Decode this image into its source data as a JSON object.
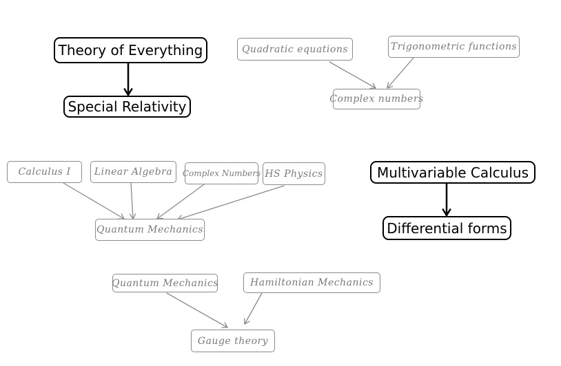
{
  "nodes": {
    "theory_of_everything": "Theory of Everything",
    "special_relativity": "Special Relativity",
    "quadratic_equations": "Quadratic equations",
    "trigonometric_functions": "Trigonometric functions",
    "complex_numbers_top": "Complex numbers",
    "calculus_i": "Calculus I",
    "linear_algebra": "Linear Algebra",
    "complex_numbers_mid": "Complex Numbers",
    "hs_physics": "HS Physics",
    "quantum_mechanics_mid": "Quantum Mechanics",
    "multivariable_calculus": "Multivariable Calculus",
    "differential_forms": "Differential forms",
    "quantum_mechanics_bottom": "Quantum Mechanics",
    "hamiltonian_mechanics": "Hamiltonian Mechanics",
    "gauge_theory": "Gauge theory"
  },
  "edges": [
    {
      "from": "theory_of_everything",
      "to": "special_relativity"
    },
    {
      "from": "quadratic_equations",
      "to": "complex_numbers_top"
    },
    {
      "from": "trigonometric_functions",
      "to": "complex_numbers_top"
    },
    {
      "from": "calculus_i",
      "to": "quantum_mechanics_mid"
    },
    {
      "from": "linear_algebra",
      "to": "quantum_mechanics_mid"
    },
    {
      "from": "complex_numbers_mid",
      "to": "quantum_mechanics_mid"
    },
    {
      "from": "hs_physics",
      "to": "quantum_mechanics_mid"
    },
    {
      "from": "multivariable_calculus",
      "to": "differential_forms"
    },
    {
      "from": "quantum_mechanics_bottom",
      "to": "gauge_theory"
    },
    {
      "from": "hamiltonian_mechanics",
      "to": "gauge_theory"
    }
  ],
  "colors": {
    "typed": "#000000",
    "hand": "#8a8a8a"
  }
}
